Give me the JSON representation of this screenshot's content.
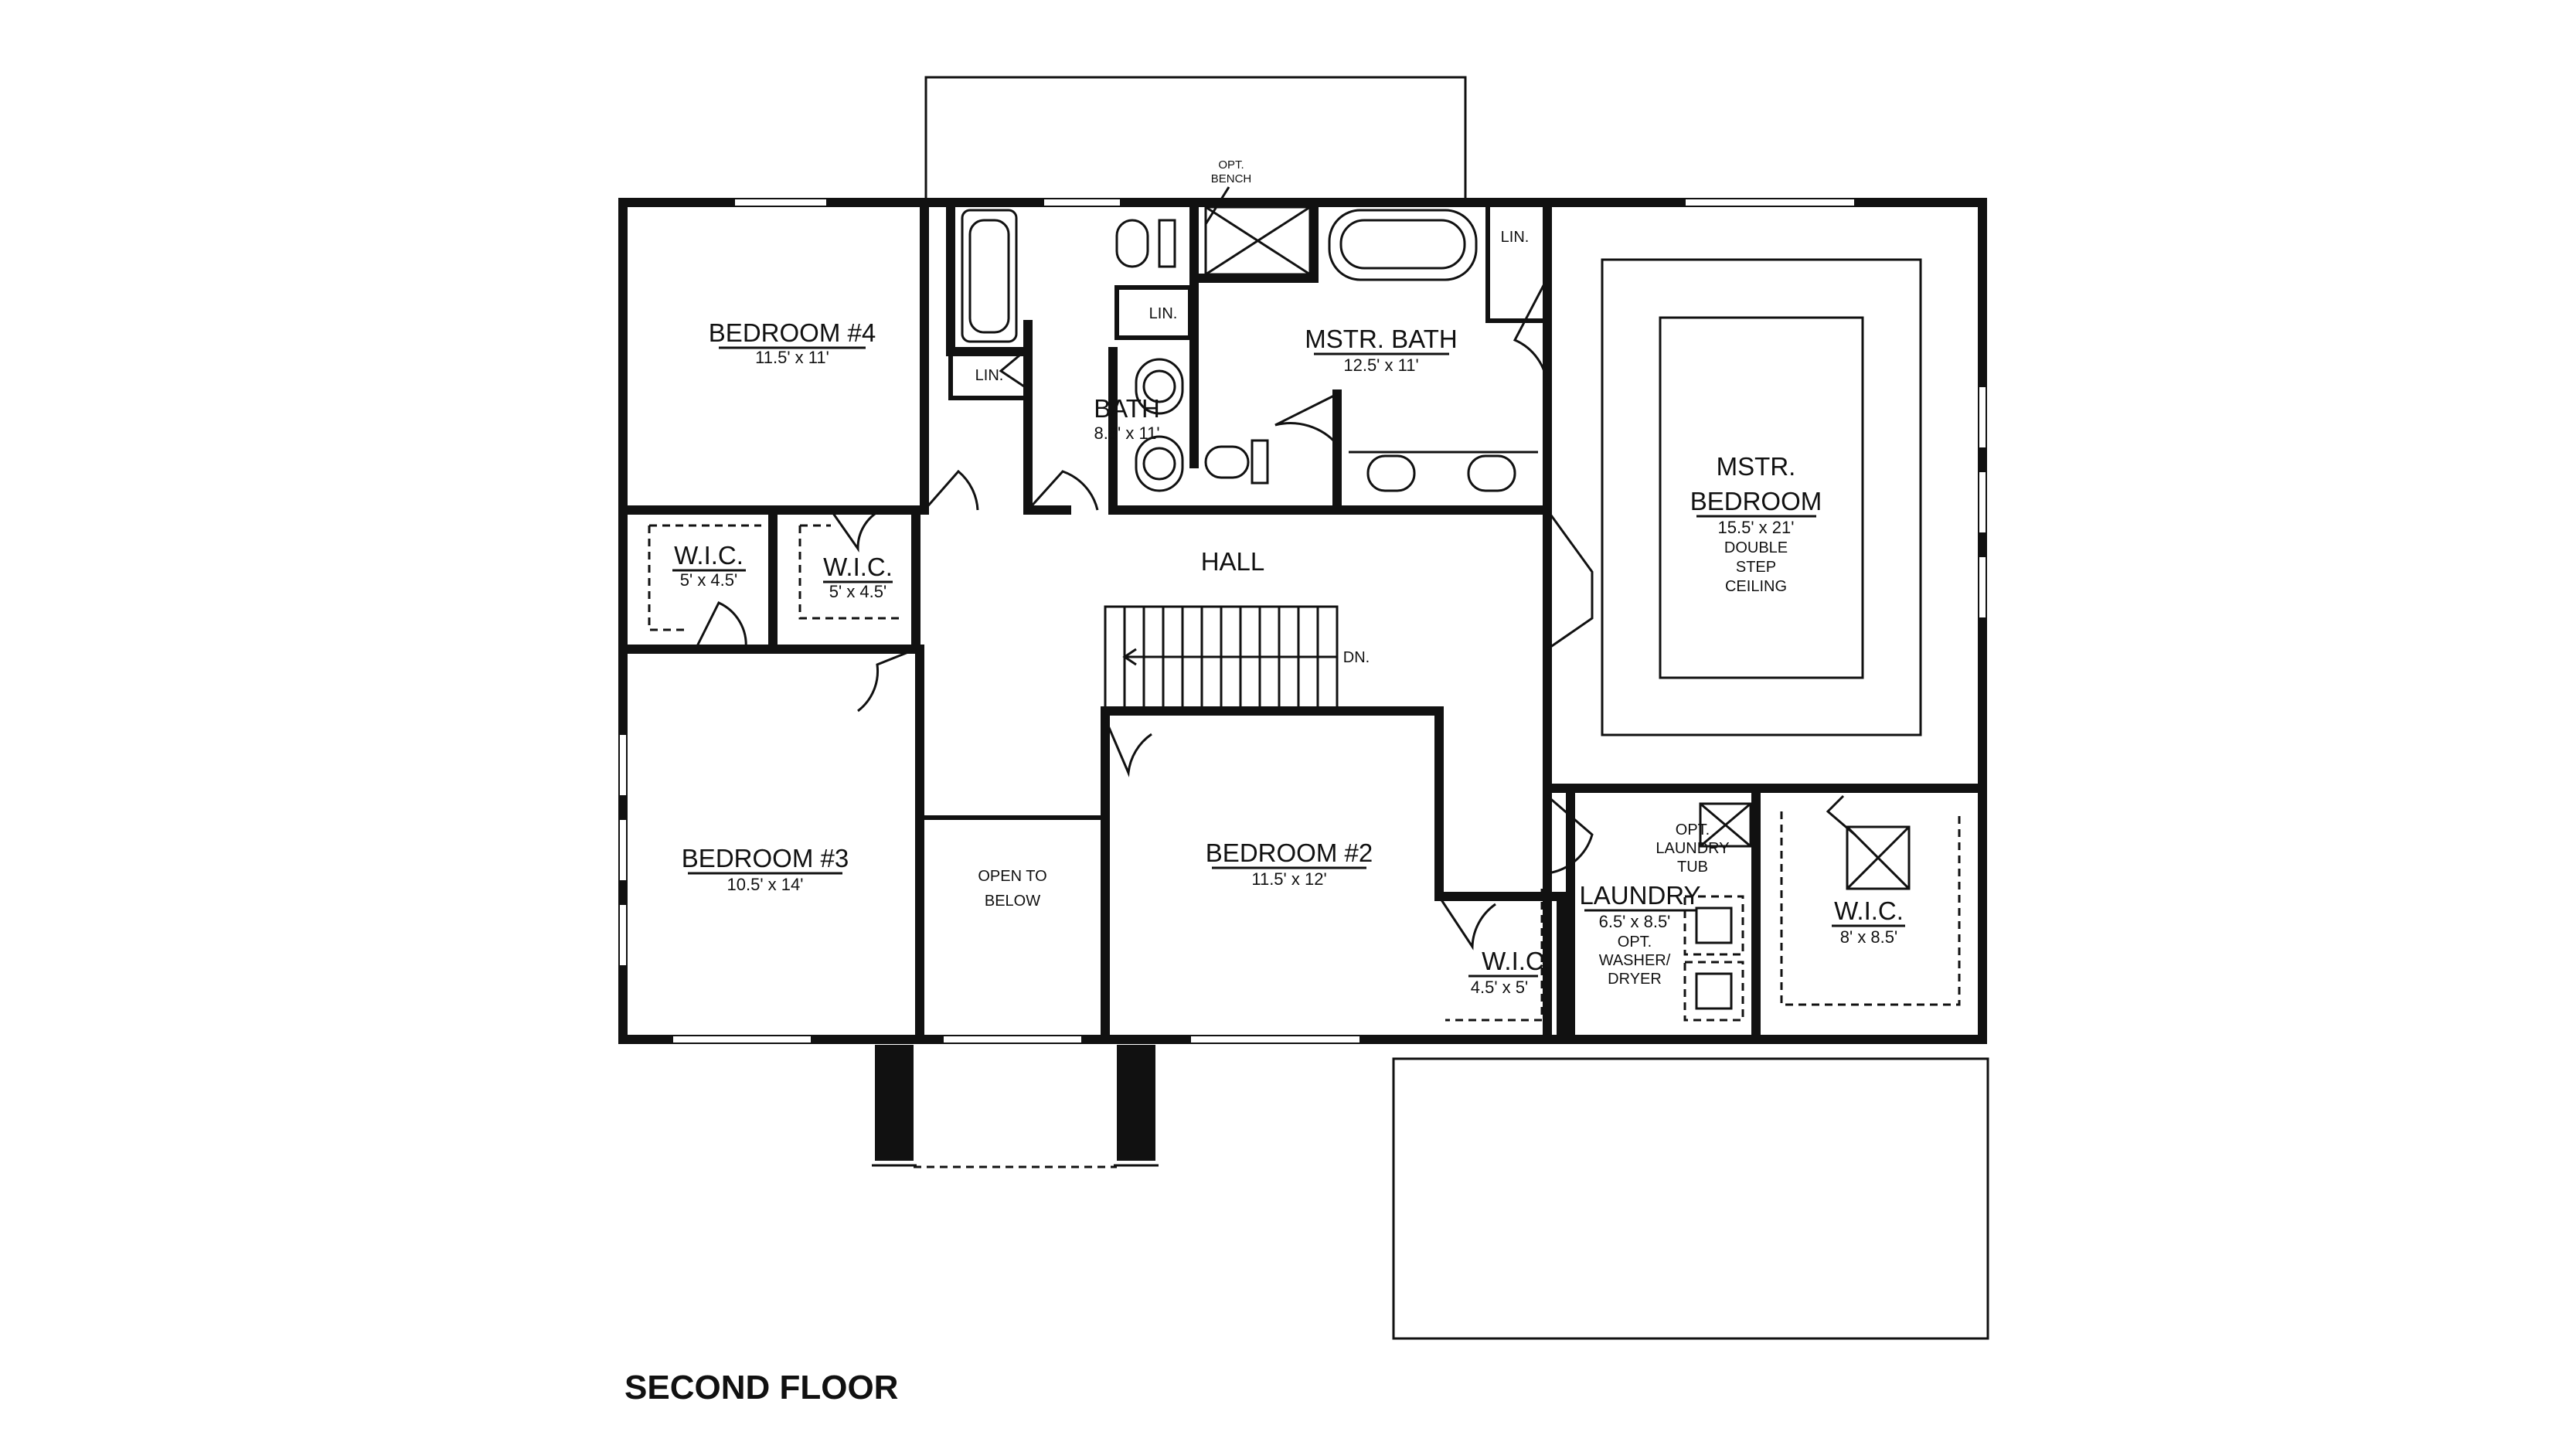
{
  "floor_title": "SECOND FLOOR",
  "rooms": {
    "bedroom4": {
      "name": "BEDROOM #4",
      "dim": "11.5' x 11'"
    },
    "bath": {
      "name": "BATH",
      "dim": "8.5' x 11'"
    },
    "mstr_bath": {
      "name": "MSTR. BATH",
      "dim": "12.5' x 11'"
    },
    "mstr_bedroom": {
      "name1": "MSTR.",
      "name2": "BEDROOM",
      "dim": "15.5' x 21'",
      "note1": "DOUBLE",
      "note2": "STEP",
      "note3": "CEILING"
    },
    "wic_a": {
      "name": "W.I.C.",
      "dim": "5' x 4.5'"
    },
    "wic_b": {
      "name": "W.I.C.",
      "dim": "5' x 4.5'"
    },
    "hall": {
      "name": "HALL"
    },
    "stairs": {
      "label": "DN."
    },
    "bedroom3": {
      "name": "BEDROOM #3",
      "dim": "10.5' x 14'"
    },
    "open_below": {
      "line1": "OPEN TO",
      "line2": "BELOW"
    },
    "bedroom2": {
      "name": "BEDROOM #2",
      "dim": "11.5' x 12'"
    },
    "wic_c": {
      "name": "W.I.C.",
      "dim": "4.5' x 5'"
    },
    "laundry": {
      "name": "LAUNDRY",
      "dim": "6.5' x 8.5'",
      "opt1": "OPT.",
      "opt2": "WASHER/",
      "opt3": "DRYER",
      "tub1": "OPT.",
      "tub2": "LAUNDRY",
      "tub3": "TUB"
    },
    "wic_d": {
      "name": "W.I.C.",
      "dim": "8' x 8.5'"
    }
  },
  "linen": {
    "a": "LIN.",
    "b": "LIN.",
    "c": "LIN."
  },
  "opt_bench": {
    "line1": "OPT.",
    "line2": "BENCH"
  }
}
